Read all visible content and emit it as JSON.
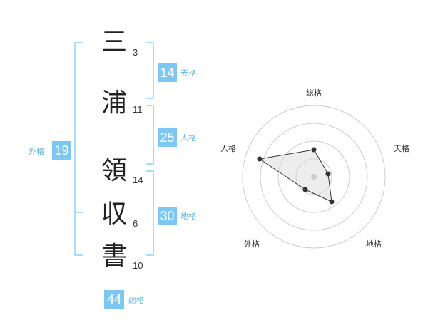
{
  "name": {
    "chars": [
      {
        "char": "三",
        "strokes": "3"
      },
      {
        "char": "浦",
        "strokes": "11"
      },
      {
        "char": "領",
        "strokes": "14"
      },
      {
        "char": "収",
        "strokes": "6"
      },
      {
        "char": "書",
        "strokes": "10"
      }
    ]
  },
  "kakaku": {
    "tenkaku": {
      "value": "14",
      "label": "天格"
    },
    "jinkaku": {
      "value": "25",
      "label": "人格"
    },
    "chikaku": {
      "value": "30",
      "label": "地格"
    },
    "gaikaku": {
      "value": "19",
      "label": "外格"
    },
    "soukaku": {
      "value": "44",
      "label": "総格"
    }
  },
  "radar": {
    "axes": [
      "総格",
      "天格",
      "地格",
      "外格",
      "人格"
    ],
    "levels": 4
  },
  "colors": {
    "accent": "#7dc7f3",
    "accent_text": "#5fb6ea",
    "bracket": "#8fd0f5"
  }
}
